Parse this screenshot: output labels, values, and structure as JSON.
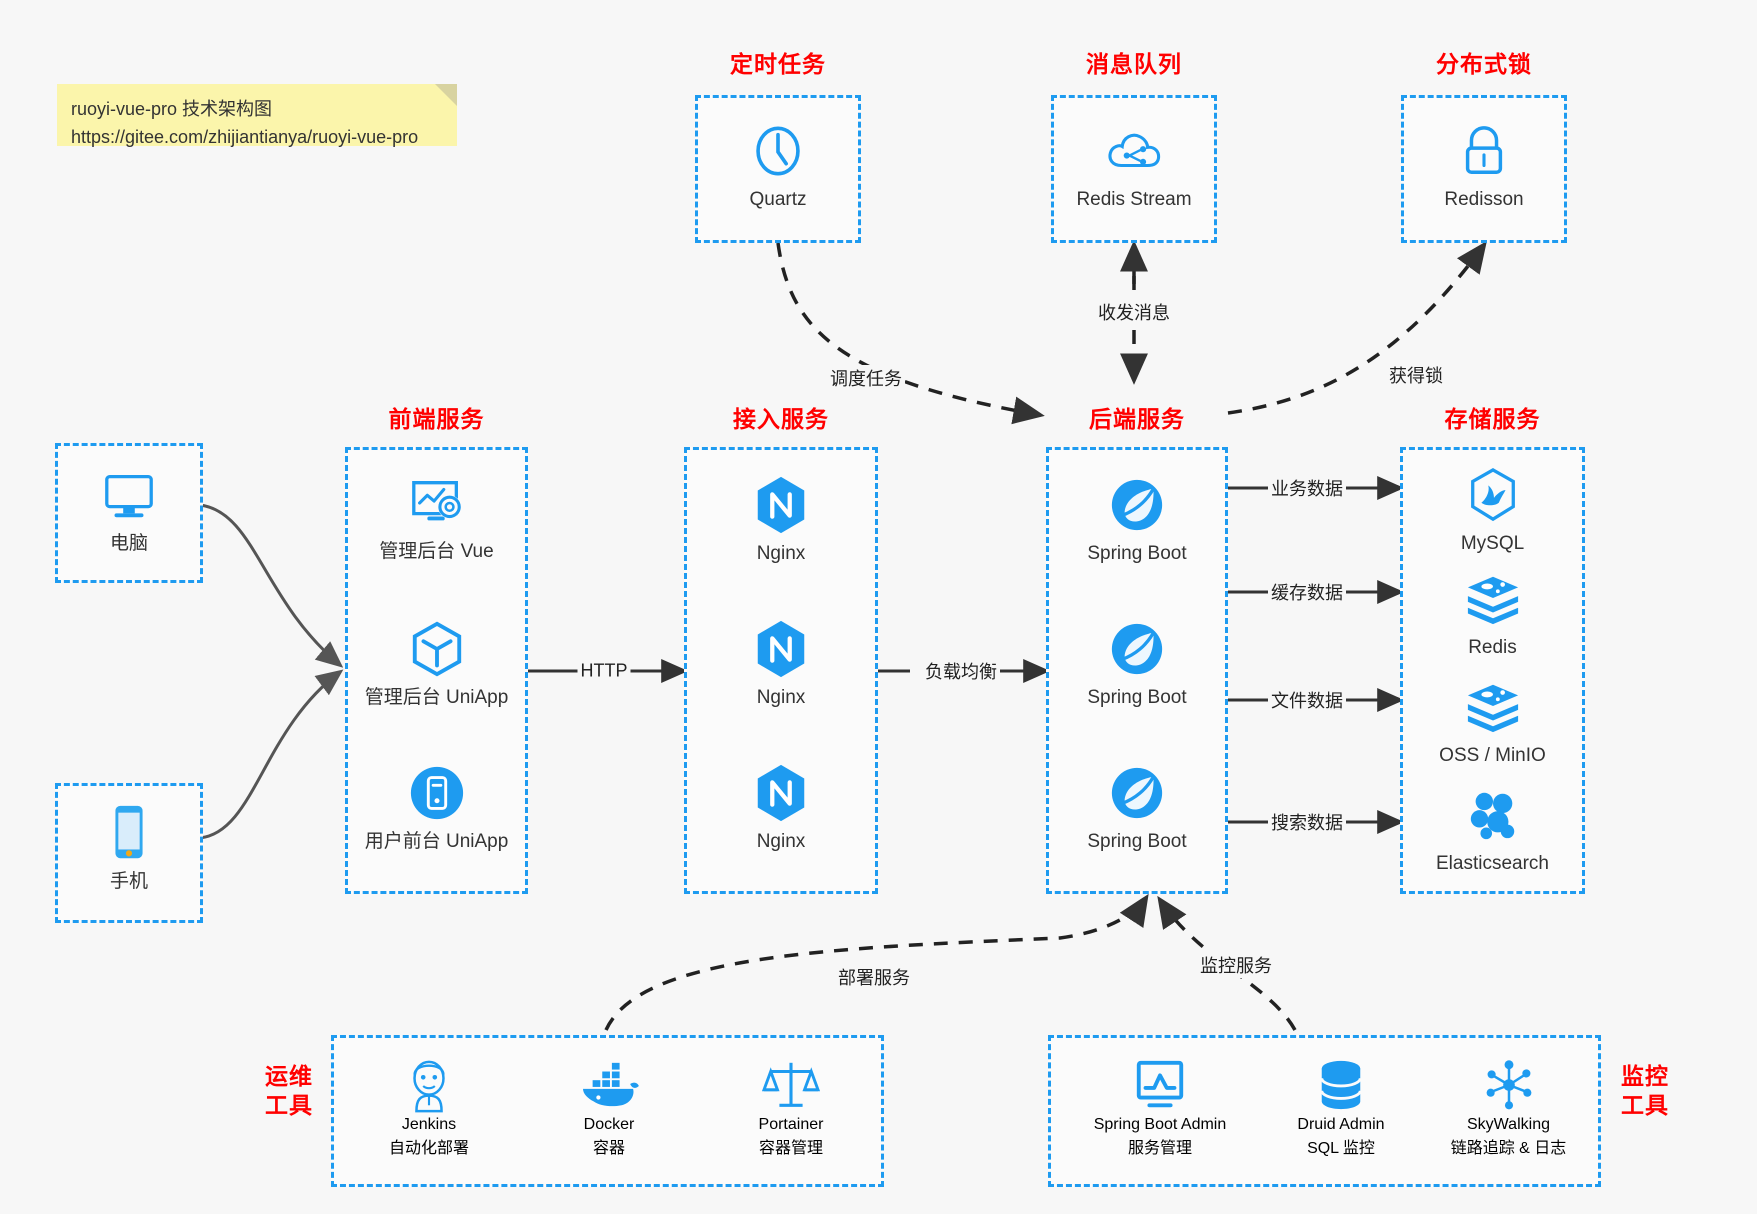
{
  "note": {
    "line1": "ruoyi-vue-pro 技术架构图",
    "line2": "https://gitee.com/zhijiantianya/ruoyi-vue-pro"
  },
  "colors": {
    "group_border": "#1e9bf0",
    "group_title": "#ff0000",
    "icon_blue": "#1e9bf0",
    "background": "#f7f7f7",
    "note_bg": "#fbf5ab",
    "arrow": "#333333"
  },
  "groups": {
    "scheduler": {
      "title": "定时任务",
      "items": [
        {
          "label": "Quartz",
          "icon": "clock-icon"
        }
      ]
    },
    "message_queue": {
      "title": "消息队列",
      "items": [
        {
          "label": "Redis Stream",
          "icon": "cloud-stream-icon"
        }
      ]
    },
    "distributed_lock": {
      "title": "分布式锁",
      "items": [
        {
          "label": "Redisson",
          "icon": "lock-icon"
        }
      ]
    },
    "client_pc": {
      "items": [
        {
          "label": "电脑",
          "icon": "monitor-icon"
        }
      ]
    },
    "client_mobile": {
      "items": [
        {
          "label": "手机",
          "icon": "phone-icon"
        }
      ]
    },
    "frontend": {
      "title": "前端服务",
      "items": [
        {
          "label": "管理后台 Vue",
          "icon": "dashboard-gear-icon"
        },
        {
          "label": "管理后台 UniApp",
          "icon": "cube-icon"
        },
        {
          "label": "用户前台 UniApp",
          "icon": "mobile-app-icon"
        }
      ]
    },
    "gateway": {
      "title": "接入服务",
      "items": [
        {
          "label": "Nginx",
          "icon": "nginx-icon"
        },
        {
          "label": "Nginx",
          "icon": "nginx-icon"
        },
        {
          "label": "Nginx",
          "icon": "nginx-icon"
        }
      ]
    },
    "backend": {
      "title": "后端服务",
      "items": [
        {
          "label": "Spring Boot",
          "icon": "spring-boot-icon"
        },
        {
          "label": "Spring Boot",
          "icon": "spring-boot-icon"
        },
        {
          "label": "Spring Boot",
          "icon": "spring-boot-icon"
        }
      ]
    },
    "storage": {
      "title": "存储服务",
      "items": [
        {
          "label": "MySQL",
          "icon": "mysql-icon"
        },
        {
          "label": "Redis",
          "icon": "redis-icon"
        },
        {
          "label": "OSS / MinIO",
          "icon": "oss-minio-icon"
        },
        {
          "label": "Elasticsearch",
          "icon": "elasticsearch-icon"
        }
      ]
    },
    "devops": {
      "title_line1": "运维",
      "title_line2": "工具",
      "items": [
        {
          "label": "Jenkins",
          "sub": "自动化部署",
          "icon": "jenkins-icon"
        },
        {
          "label": "Docker",
          "sub": "容器",
          "icon": "docker-icon"
        },
        {
          "label": "Portainer",
          "sub": "容器管理",
          "icon": "scales-icon"
        }
      ]
    },
    "monitoring": {
      "title_line1": "监控",
      "title_line2": "工具",
      "items": [
        {
          "label": "Spring Boot Admin",
          "sub": "服务管理",
          "icon": "monitor-chart-icon"
        },
        {
          "label": "Druid Admin",
          "sub": "SQL 监控",
          "icon": "database-icon"
        },
        {
          "label": "SkyWalking",
          "sub": "链路追踪 & 日志",
          "icon": "skywalking-icon"
        }
      ]
    }
  },
  "edges": [
    {
      "id": "http",
      "label": "HTTP"
    },
    {
      "id": "load-balance",
      "label": "负载均衡"
    },
    {
      "id": "schedule-task",
      "label": "调度任务"
    },
    {
      "id": "send-receive-message",
      "label": "收发消息"
    },
    {
      "id": "acquire-lock",
      "label": "获得锁"
    },
    {
      "id": "business-data",
      "label": "业务数据"
    },
    {
      "id": "cache-data",
      "label": "缓存数据"
    },
    {
      "id": "file-data",
      "label": "文件数据"
    },
    {
      "id": "search-data",
      "label": "搜索数据"
    },
    {
      "id": "deploy-service",
      "label": "部署服务"
    },
    {
      "id": "monitor-service",
      "label": "监控服务"
    }
  ]
}
